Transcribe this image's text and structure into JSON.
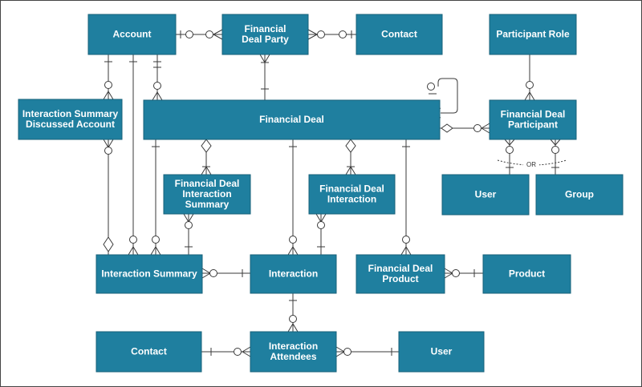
{
  "colors": {
    "entity_fill": "#1f7f9f",
    "entity_stroke": "#17607a",
    "entity_text": "#ffffff",
    "line": "#3a3a3a",
    "frame": "#444444"
  },
  "entities": {
    "account": {
      "lines": [
        "Account"
      ]
    },
    "financial_deal_party": {
      "lines": [
        "Financial",
        "Deal Party"
      ]
    },
    "contact_top": {
      "lines": [
        "Contact"
      ]
    },
    "participant_role": {
      "lines": [
        "Participant Role"
      ]
    },
    "interaction_summary_discussed_account": {
      "lines": [
        "Interaction Summary",
        "Discussed Account"
      ]
    },
    "financial_deal": {
      "lines": [
        "Financial Deal"
      ]
    },
    "financial_deal_participant": {
      "lines": [
        "Financial Deal",
        "Participant"
      ]
    },
    "financial_deal_interaction_summary": {
      "lines": [
        "Financial Deal",
        "Interaction",
        "Summary"
      ]
    },
    "financial_deal_interaction": {
      "lines": [
        "Financial Deal",
        "Interaction"
      ]
    },
    "user_right": {
      "lines": [
        "User"
      ]
    },
    "group": {
      "lines": [
        "Group"
      ]
    },
    "interaction_summary": {
      "lines": [
        "Interaction Summary"
      ]
    },
    "interaction": {
      "lines": [
        "Interaction"
      ]
    },
    "financial_deal_product": {
      "lines": [
        "Financial Deal",
        "Product"
      ]
    },
    "product": {
      "lines": [
        "Product"
      ]
    },
    "contact_bottom": {
      "lines": [
        "Contact"
      ]
    },
    "interaction_attendees": {
      "lines": [
        "Interaction",
        "Attendees"
      ]
    },
    "user_bottom": {
      "lines": [
        "User"
      ]
    }
  },
  "or_label": "OR"
}
